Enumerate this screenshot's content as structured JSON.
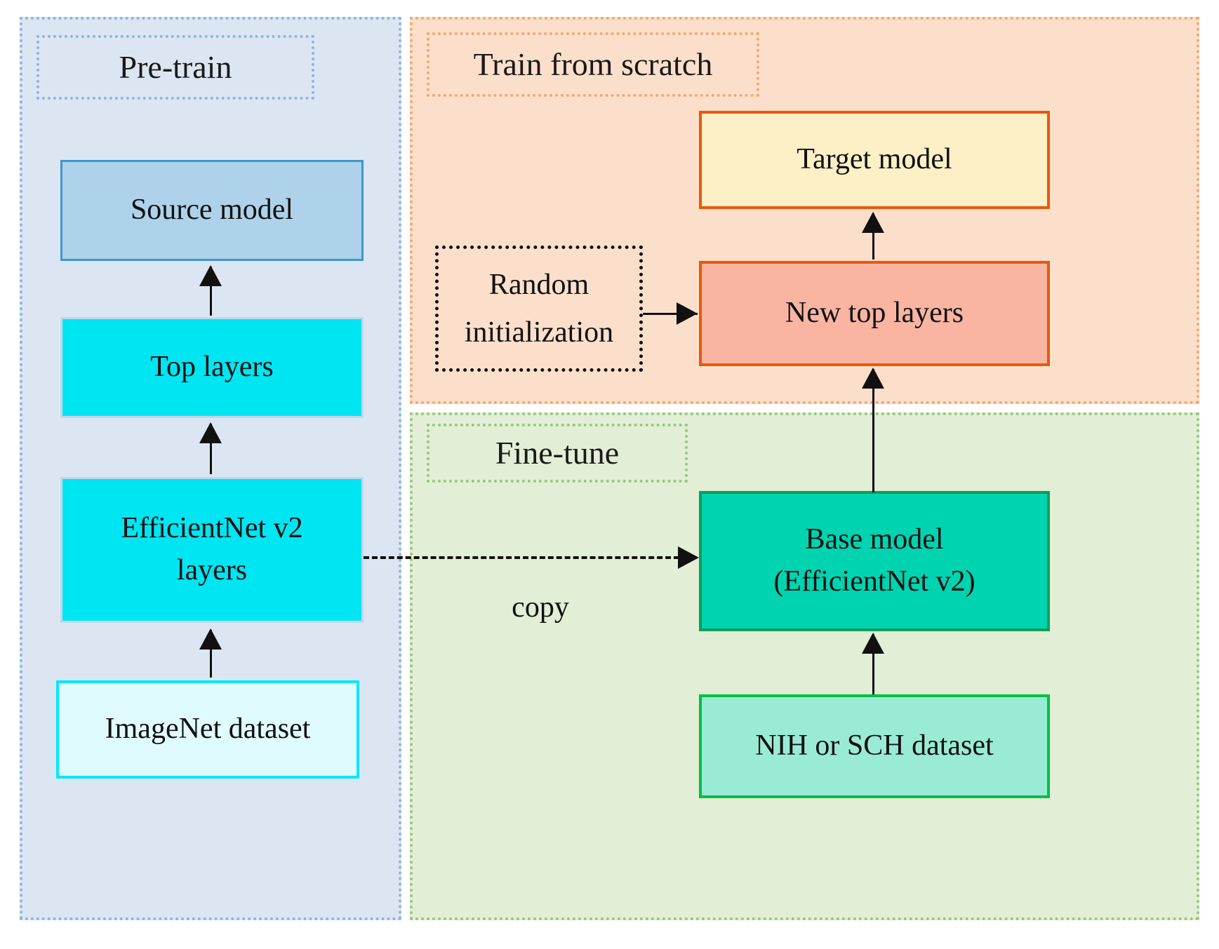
{
  "diagram": {
    "title_sections": {
      "pretrain": "Pre-train",
      "train_from_scratch": "Train from scratch",
      "fine_tune": "Fine-tune"
    },
    "colors": {
      "pretrain_panel_bg": "#dce6f2",
      "pretrain_panel_border": "#8db3e2",
      "scratch_panel_bg": "#fbdfcb",
      "scratch_panel_border": "#f5a76c",
      "finetune_panel_bg": "#e2eed6",
      "finetune_panel_border": "#95c87a",
      "source_model_fill": "#aed2ea",
      "source_model_border": "#3e97d1",
      "cyan_fill": "#00e5f2",
      "cyan_border": "#c3d6e8",
      "imagenet_fill": "#e0fbfd",
      "imagenet_border": "#00e8ff",
      "target_model_fill": "#fdf0c6",
      "orange_border": "#e8590c",
      "new_top_layers_fill": "#f9b5a2",
      "base_model_fill": "#00d3b0",
      "base_model_border": "#0f9d58",
      "nih_fill": "#9aebd6",
      "nih_border": "#00bf45",
      "arrow": "#111111"
    },
    "nodes": {
      "source_model": "Source model",
      "top_layers": "Top layers",
      "efficientnet_line1": "EfficientNet  v2",
      "efficientnet_line2": "layers",
      "imagenet_dataset": "ImageNet dataset",
      "target_model": "Target model",
      "new_top_layers": "New top layers",
      "random_init_line1": "Random",
      "random_init_line2": "initialization",
      "base_model_line1": "Base model",
      "base_model_line2": "(EfficientNet  v2)",
      "nih_dataset": "NIH or SCH dataset"
    },
    "edges": {
      "copy_label": "copy"
    }
  }
}
